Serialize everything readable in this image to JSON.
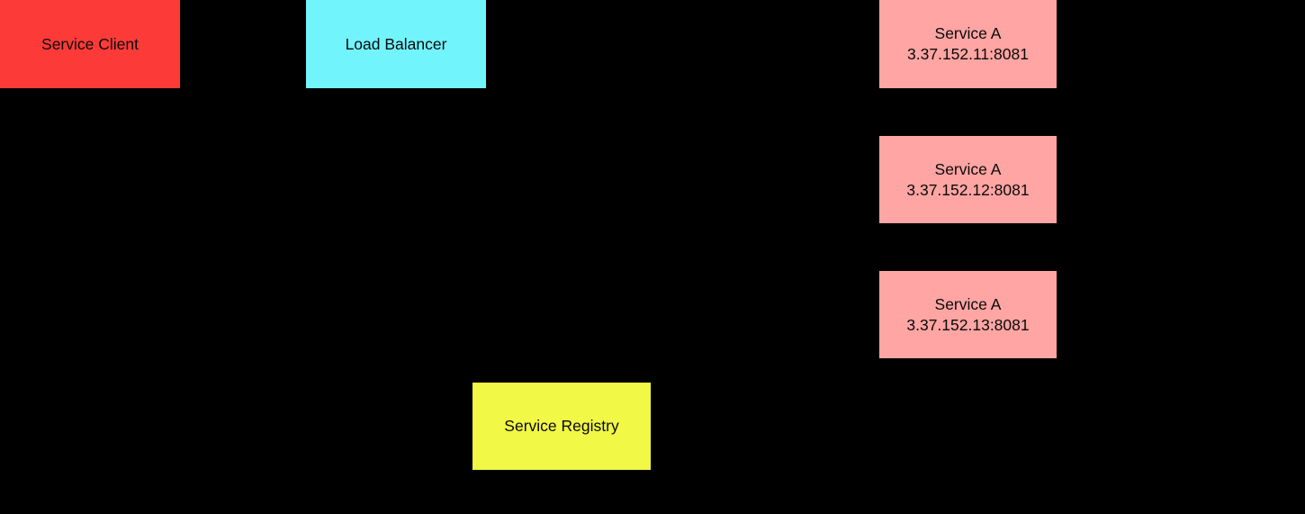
{
  "diagram": {
    "background_color": "#000000",
    "text_color": "#0a0a0a",
    "nodes": {
      "service_client": {
        "label": "Service Client",
        "color": "#fc3b38"
      },
      "load_balancer": {
        "label": "Load Balancer",
        "color": "#72f4fc"
      },
      "service_a_1": {
        "label": "Service A",
        "address": "3.37.152.11:8081",
        "color": "#ffa5a3"
      },
      "service_a_2": {
        "label": "Service A",
        "address": "3.37.152.12:8081",
        "color": "#ffa5a3"
      },
      "service_a_3": {
        "label": "Service A",
        "address": "3.37.152.13:8081",
        "color": "#ffa5a3"
      },
      "service_registry": {
        "label": "Service Registry",
        "color": "#f1f846"
      }
    }
  }
}
